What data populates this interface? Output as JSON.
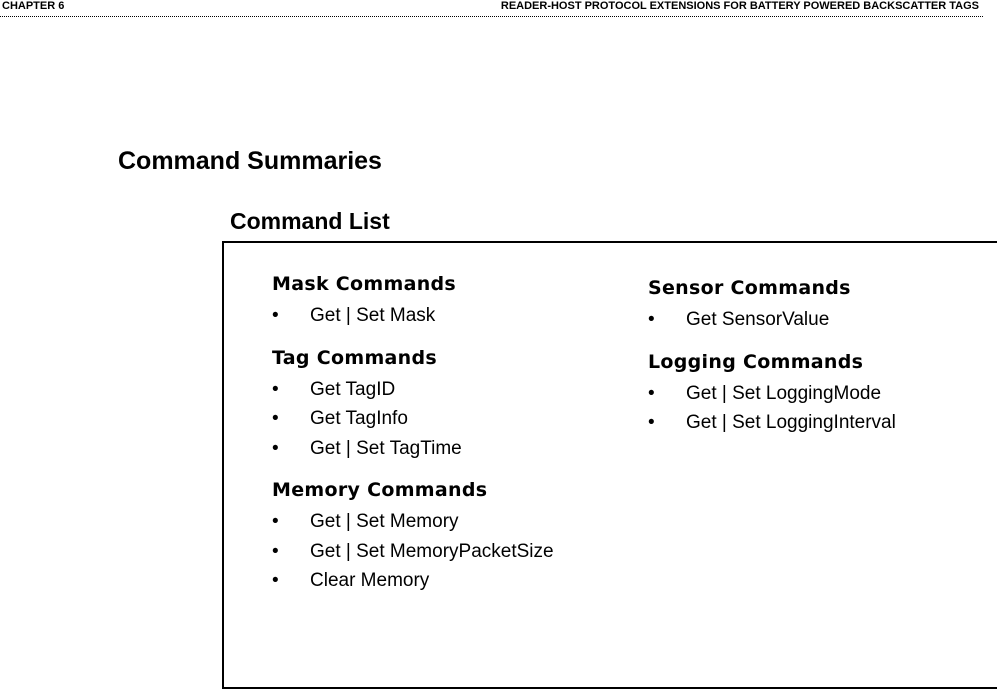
{
  "header": {
    "chapter": "CHAPTER 6",
    "title": "READER-HOST PROTOCOL EXTENSIONS FOR BATTERY POWERED BACKSCATTER TAGS"
  },
  "page_heading": "Command Summaries",
  "section_heading": "Command List",
  "bullet_symbol": "•",
  "left_column": {
    "groups": [
      {
        "title": "Mask Commands",
        "items": [
          "Get | Set Mask"
        ]
      },
      {
        "title": "Tag Commands",
        "items": [
          "Get TagID",
          "Get TagInfo",
          "Get | Set TagTime"
        ]
      },
      {
        "title": "Memory Commands",
        "items": [
          "Get | Set Memory",
          "Get | Set MemoryPacketSize",
          "Clear Memory"
        ]
      }
    ]
  },
  "right_column": {
    "groups": [
      {
        "title": "Sensor Commands",
        "items": [
          "Get SensorValue"
        ]
      },
      {
        "title": "Logging Commands",
        "items": [
          "Get | Set LoggingMode",
          "Get | Set LoggingInterval"
        ]
      }
    ]
  }
}
